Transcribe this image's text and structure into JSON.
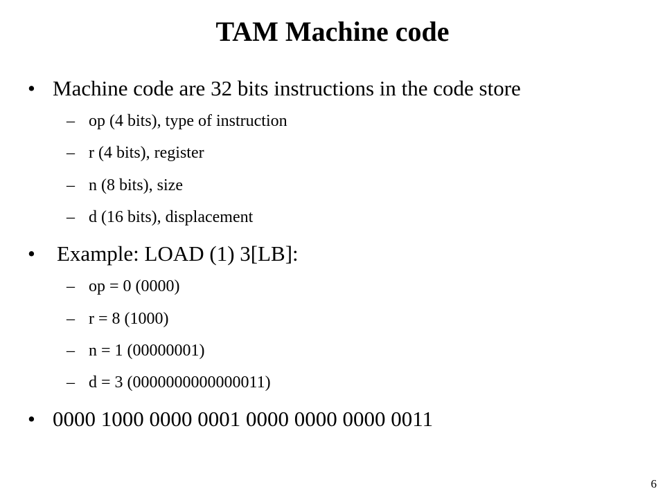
{
  "slide": {
    "title": "TAM Machine code",
    "bullets": [
      {
        "marker": "•",
        "text": "Machine code are 32 bits instructions in the code store",
        "subitems": [
          {
            "marker": "–",
            "text": "op (4 bits), type of instruction"
          },
          {
            "marker": "–",
            "text": "r (4 bits), register"
          },
          {
            "marker": "–",
            "text": "n (8 bits), size"
          },
          {
            "marker": "–",
            "text": "d (16 bits), displacement"
          }
        ]
      },
      {
        "marker": "•",
        "text": "Example: LOAD (1) 3[LB]:",
        "subitems": [
          {
            "marker": "–",
            "text": "op = 0 (0000)"
          },
          {
            "marker": "–",
            "text": "r = 8 (1000)"
          },
          {
            "marker": "–",
            "text": "n = 1 (00000001)"
          },
          {
            "marker": "–",
            "text": "d = 3 (0000000000000011)"
          }
        ]
      },
      {
        "marker": "•",
        "text": "0000 1000 0000 0001 0000 0000 0000 0011",
        "subitems": []
      }
    ],
    "page_number": "6"
  }
}
